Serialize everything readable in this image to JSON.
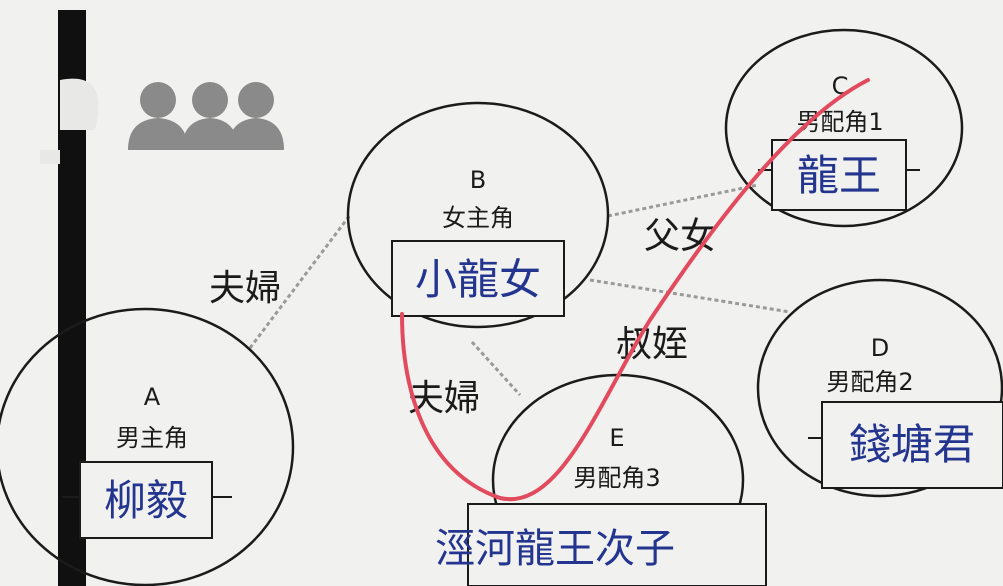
{
  "nodes": {
    "a": {
      "letter": "A",
      "role": "男主角",
      "name": "柳毅"
    },
    "b": {
      "letter": "B",
      "role": "女主角",
      "name": "小龍女"
    },
    "c": {
      "letter": "C",
      "role": "男配角1",
      "name": "龍王"
    },
    "d": {
      "letter": "D",
      "role": "男配角2",
      "name": "錢塘君"
    },
    "e": {
      "letter": "E",
      "role": "男配角3",
      "name": "涇河龍王次子"
    }
  },
  "relations": {
    "a_b": "夫婦",
    "b_c": "父女",
    "b_d": "叔姪",
    "b_e": "夫婦"
  },
  "colors": {
    "paper": "#f1f1ef",
    "ink": "#1b1b1b",
    "handwriting": "#23358f",
    "marker": "#e24b5e",
    "dotted_line": "#9a9a9a"
  },
  "icons": [
    "people-group-icon"
  ]
}
